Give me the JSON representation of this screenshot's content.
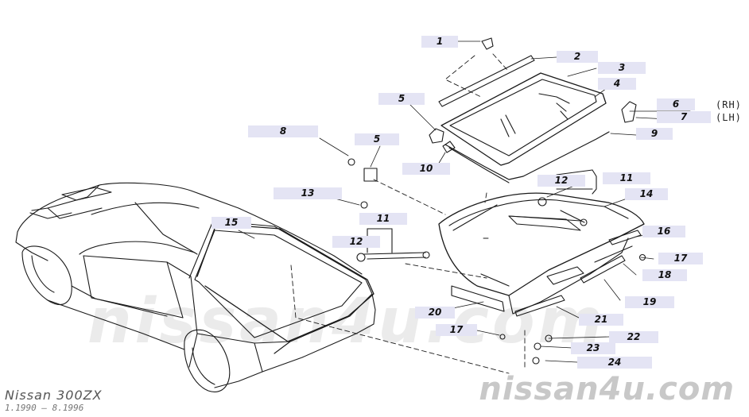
{
  "diagram": {
    "watermark": "nissan4u.com",
    "brand": "nissan4u.com",
    "model": "Nissan 300ZX",
    "date_range": "1.1990 – 8.1996",
    "side_rh": "(RH)",
    "side_lh": "(LH)",
    "callouts": {
      "c1": "1",
      "c2": "2",
      "c3": "3",
      "c4": "4",
      "c5a": "5",
      "c5b": "5",
      "c6": "6",
      "c7": "7",
      "c8": "8",
      "c9": "9",
      "c10": "10",
      "c11a": "11",
      "c11b": "11",
      "c12a": "12",
      "c12b": "12",
      "c13": "13",
      "c14": "14",
      "c15": "15",
      "c16": "16",
      "c17a": "17",
      "c17b": "17",
      "c18": "18",
      "c19": "19",
      "c20": "20",
      "c21": "21",
      "c22": "22",
      "c23": "23",
      "c24": "24"
    }
  }
}
